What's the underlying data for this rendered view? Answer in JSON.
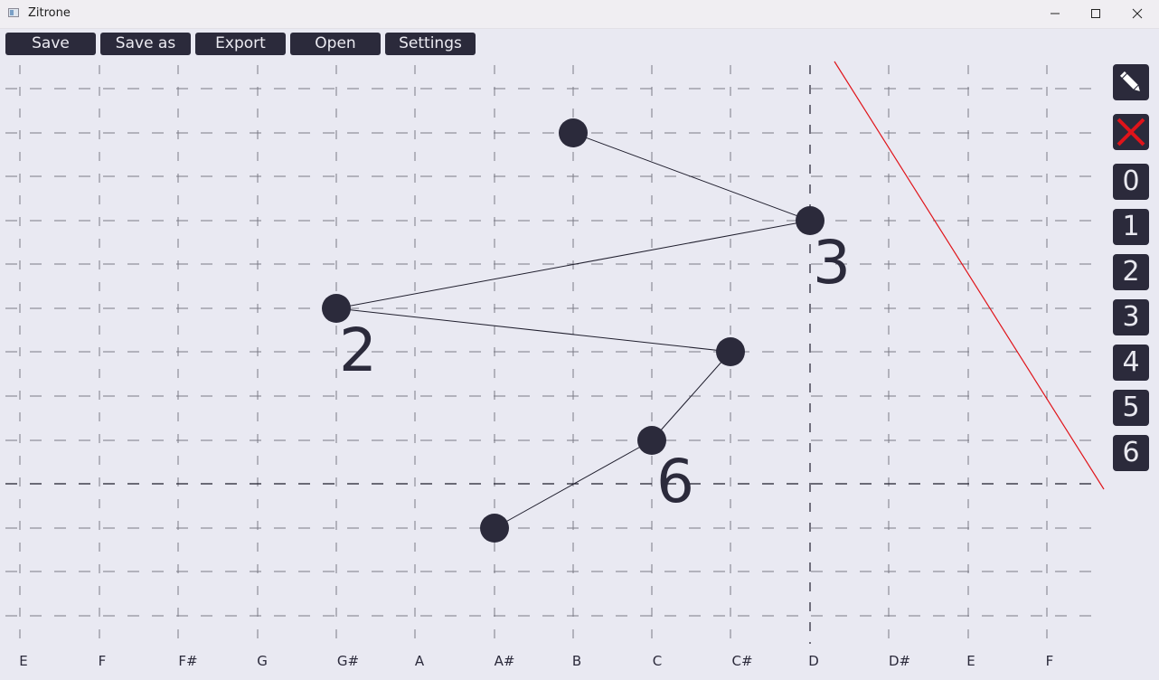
{
  "window": {
    "title": "Zitrone"
  },
  "toolbar": {
    "save_label": "Save",
    "save_as_label": "Save as",
    "export_label": "Export",
    "open_label": "Open",
    "settings_label": "Settings"
  },
  "tools": {
    "pencil_icon": "pencil-icon",
    "erase_icon": "erase-icon",
    "numbers": [
      "0",
      "1",
      "2",
      "3",
      "4",
      "5",
      "6"
    ]
  },
  "notes": [
    "E",
    "F",
    "F#",
    "G",
    "G#",
    "A",
    "A#",
    "B",
    "C",
    "C#",
    "D",
    "D#",
    "E",
    "F"
  ],
  "points": [
    {
      "note": "B"
    },
    {
      "note": "D",
      "label": "3"
    },
    {
      "note": "G#",
      "label": "2"
    },
    {
      "note": "C#"
    },
    {
      "note": "C",
      "label": "6"
    },
    {
      "note": "A#"
    }
  ],
  "colors": {
    "background": "#e9e9f2",
    "button": "#2b2a3b",
    "button_text": "#ecebf2",
    "guide_line": "#e0141a",
    "erase_x": "#e0141a"
  }
}
